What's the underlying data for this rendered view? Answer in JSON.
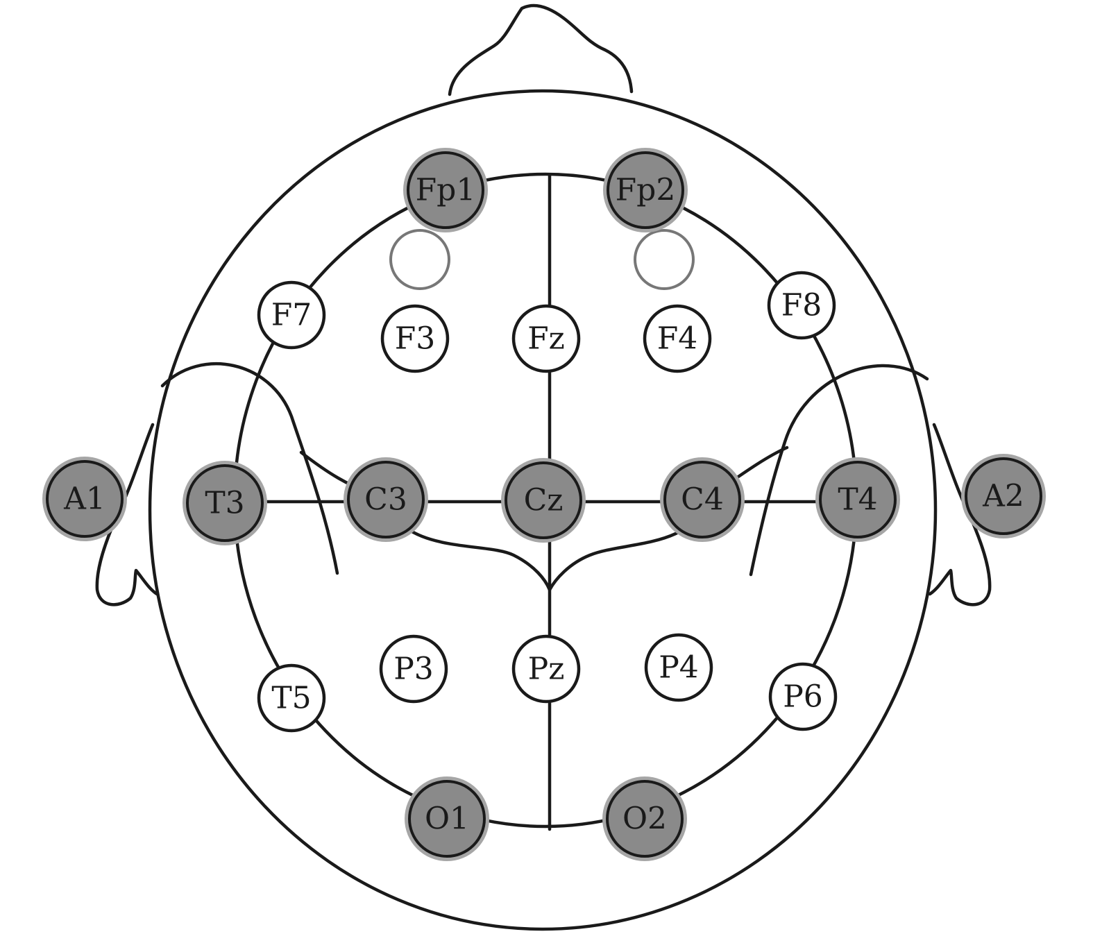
{
  "colors": {
    "outline": "#1a1a1a",
    "active_fill": "#8a8a8a",
    "active_halo": "#a6a6a6",
    "inactive_fill": "#ffffff",
    "unlabeled_stroke": "#777777"
  },
  "electrodes": [
    {
      "id": "fp1",
      "label": "Fp1",
      "active": true
    },
    {
      "id": "fp2",
      "label": "Fp2",
      "active": true
    },
    {
      "id": "f7",
      "label": "F7",
      "active": false
    },
    {
      "id": "f3",
      "label": "F3",
      "active": false
    },
    {
      "id": "fz",
      "label": "Fz",
      "active": false
    },
    {
      "id": "f4",
      "label": "F4",
      "active": false
    },
    {
      "id": "f8",
      "label": "F8",
      "active": false
    },
    {
      "id": "a1",
      "label": "A1",
      "active": true
    },
    {
      "id": "t3",
      "label": "T3",
      "active": true
    },
    {
      "id": "c3",
      "label": "C3",
      "active": true
    },
    {
      "id": "cz",
      "label": "Cz",
      "active": true
    },
    {
      "id": "c4",
      "label": "C4",
      "active": true
    },
    {
      "id": "t4",
      "label": "T4",
      "active": true
    },
    {
      "id": "a2",
      "label": "A2",
      "active": true
    },
    {
      "id": "t5",
      "label": "T5",
      "active": false
    },
    {
      "id": "p3",
      "label": "P3",
      "active": false
    },
    {
      "id": "pz",
      "label": "Pz",
      "active": false
    },
    {
      "id": "p4",
      "label": "P4",
      "active": false
    },
    {
      "id": "p6",
      "label": "P6",
      "active": false
    },
    {
      "id": "o1",
      "label": "O1",
      "active": true
    },
    {
      "id": "o2",
      "label": "O2",
      "active": true
    }
  ]
}
